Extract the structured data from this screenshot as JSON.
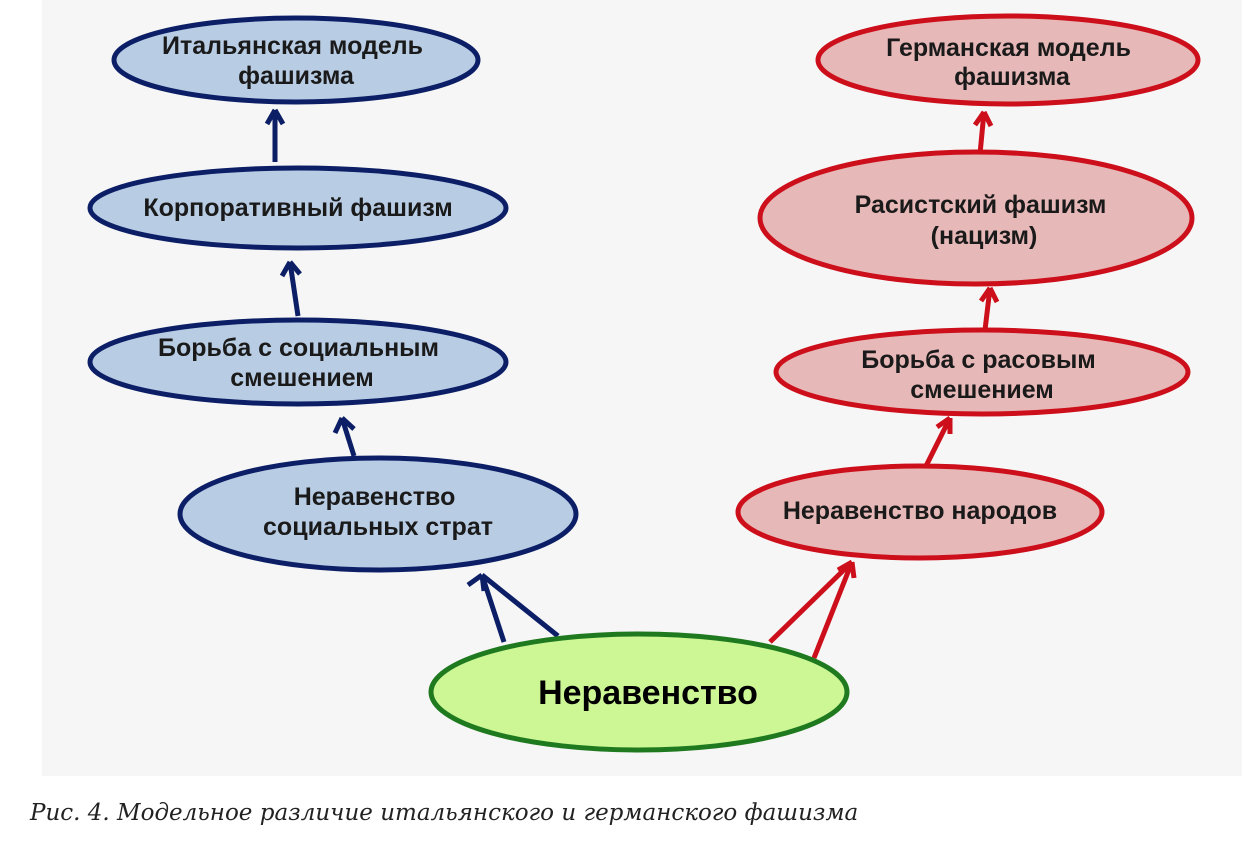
{
  "diagram": {
    "nodes": [
      {
        "id": "root",
        "lines": [
          "Неравенство"
        ]
      },
      {
        "id": "social-strata",
        "lines": [
          "Неравенство",
          "социальных страт"
        ]
      },
      {
        "id": "social-mixing",
        "lines": [
          "Борьба с социальным",
          "смешением"
        ]
      },
      {
        "id": "corporate-fascism",
        "lines": [
          "Корпоративный фашизм"
        ]
      },
      {
        "id": "italian-model",
        "lines": [
          "Итальянская модель",
          "фашизма"
        ]
      },
      {
        "id": "peoples-inequality",
        "lines": [
          "Неравенство народов"
        ]
      },
      {
        "id": "racial-mixing",
        "lines": [
          "Борьба с расовым",
          "смешением"
        ]
      },
      {
        "id": "racist-fascism",
        "lines": [
          "Расистский фашизм",
          "(нацизм)"
        ]
      },
      {
        "id": "german-model",
        "lines": [
          "Германская модель",
          "фашизма"
        ]
      }
    ],
    "edges": [
      {
        "from": "root",
        "to": "social-strata"
      },
      {
        "from": "social-strata",
        "to": "social-mixing"
      },
      {
        "from": "social-mixing",
        "to": "corporate-fascism"
      },
      {
        "from": "corporate-fascism",
        "to": "italian-model"
      },
      {
        "from": "root",
        "to": "peoples-inequality"
      },
      {
        "from": "peoples-inequality",
        "to": "racial-mixing"
      },
      {
        "from": "racial-mixing",
        "to": "racist-fascism"
      },
      {
        "from": "racist-fascism",
        "to": "german-model"
      }
    ],
    "colors": {
      "italian_fill": "#b8cce4",
      "italian_stroke": "#0c1f66",
      "german_fill": "#e6b8b7",
      "german_stroke": "#cc0f1a",
      "root_fill": "#ccf794",
      "root_stroke": "#1f7a1f"
    }
  },
  "caption": "Рис. 4. Модельное различие итальянского и германского фашизма"
}
